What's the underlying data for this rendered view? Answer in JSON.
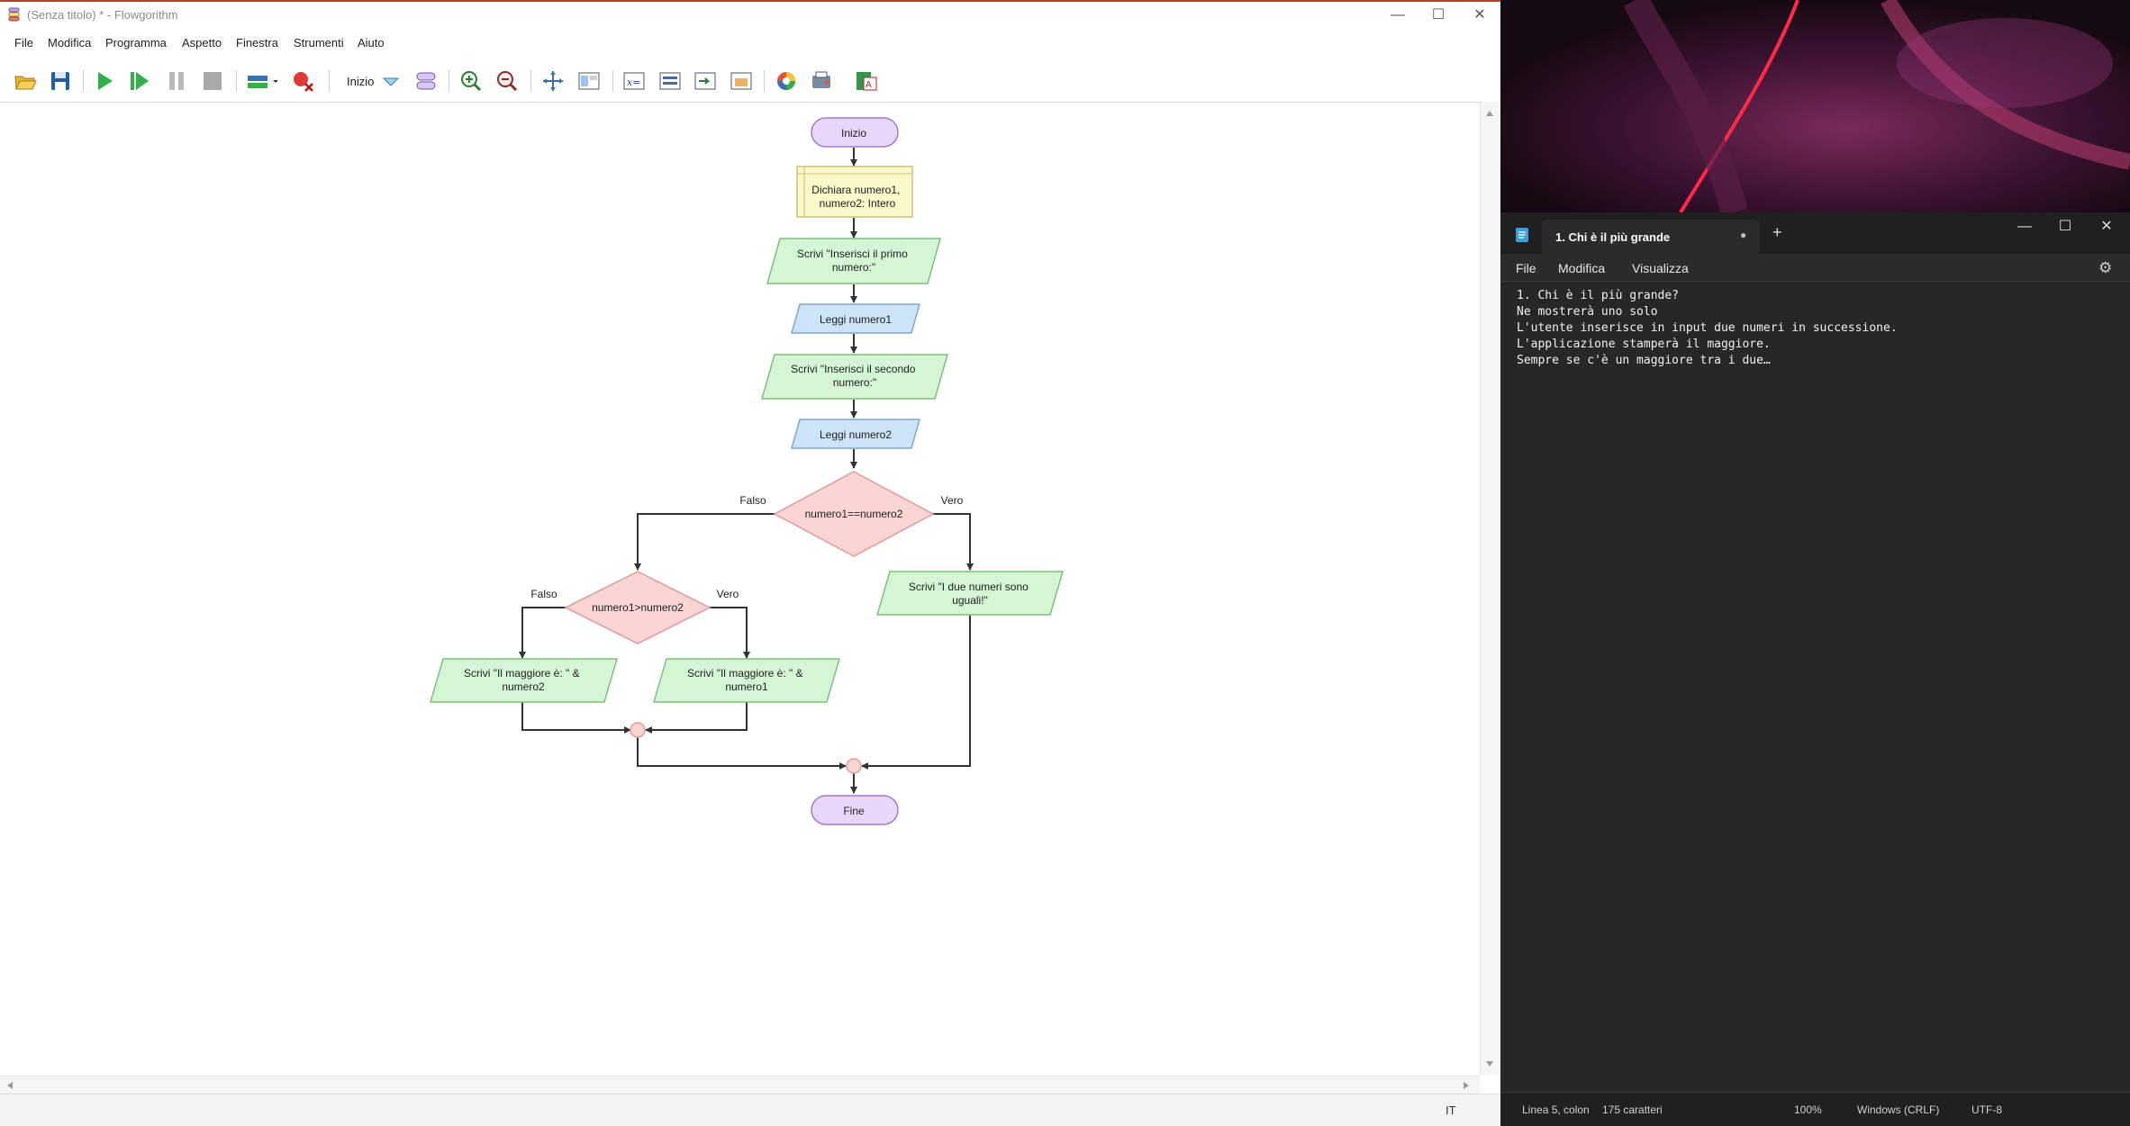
{
  "flowgorithm": {
    "title": "(Senza titolo) * - Flowgorithm",
    "menu": [
      "File",
      "Modifica",
      "Programma",
      "Aspetto",
      "Finestra",
      "Strumenti",
      "Aiuto"
    ],
    "toolbar": {
      "function_label": "Inizio"
    },
    "status_lang": "IT",
    "flowchart": {
      "start": "Inizio",
      "declare": [
        "Dichiara numero1,",
        "numero2: Intero"
      ],
      "output1": [
        "Scrivi \"Inserisci il primo",
        "numero:\""
      ],
      "input1": "Leggi numero1",
      "output2": [
        "Scrivi \"Inserisci il secondo",
        "numero:\""
      ],
      "input2": "Leggi numero2",
      "decision1": "numero1==numero2",
      "decision1_false": "Falso",
      "decision1_true": "Vero",
      "output_equal": [
        "Scrivi \"I due numeri sono",
        "uguali!\""
      ],
      "decision2": "numero1>numero2",
      "decision2_false": "Falso",
      "decision2_true": "Vero",
      "output_n2": [
        "Scrivi \"Il maggiore è: \" &",
        "numero2"
      ],
      "output_n1": [
        "Scrivi \"Il maggiore è: \" &",
        "numero1"
      ],
      "end": "Fine"
    }
  },
  "notepad": {
    "tab_title": "1. Chi è il più grande",
    "menu": [
      "File",
      "Modifica",
      "Visualizza"
    ],
    "text_lines": [
      "1. Chi è il più grande?",
      "Ne mostrerà uno solo",
      "L'utente inserisce in input due numeri in successione.",
      "L'applicazione stamperà il maggiore.",
      "Sempre se c'è un maggiore tra i due…"
    ],
    "status": {
      "position": "Linea 5, colon",
      "chars": "175 caratteri",
      "zoom": "100%",
      "line_ending": "Windows (CRLF)",
      "encoding": "UTF-8"
    }
  },
  "colors": {
    "terminal_fill": "#e8d6fb",
    "terminal_stroke": "#9b7fd0",
    "declare_fill": "#fbf8c9",
    "declare_stroke": "#c9c07a",
    "output_fill": "#d4f6d4",
    "output_stroke": "#7fbf7f",
    "input_fill": "#cde3f8",
    "input_stroke": "#7fa7cf",
    "decision_fill": "#fbd4d4",
    "decision_stroke": "#e29a9a"
  }
}
